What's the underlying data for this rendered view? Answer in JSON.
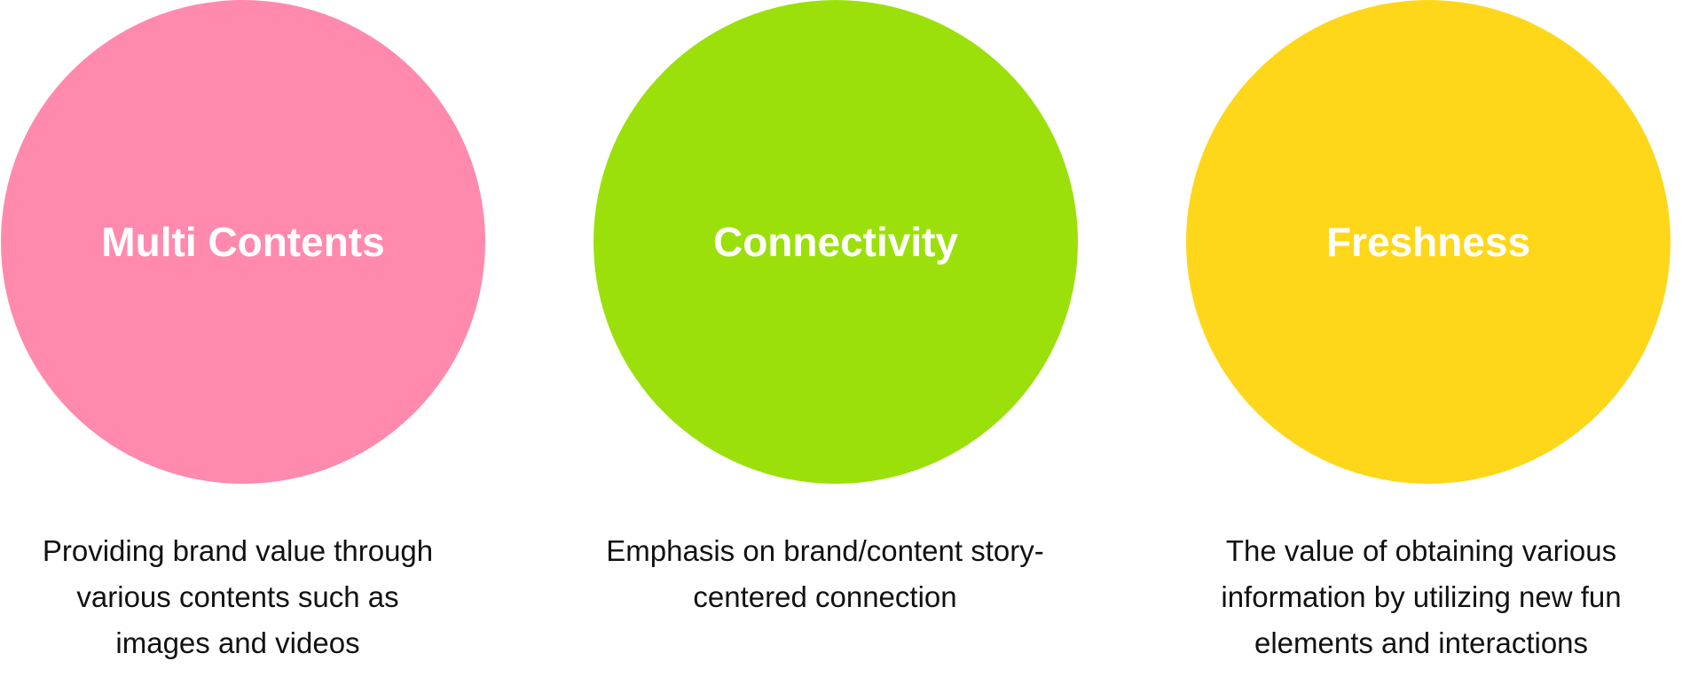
{
  "items": [
    {
      "title": "Multi Contents",
      "color": "#FF8AAE",
      "lines": [
        "Providing brand value through",
        "various contents such as",
        "images and videos"
      ]
    },
    {
      "title": "Connectivity",
      "color": "#9BE00A",
      "lines": [
        "Emphasis on brand/content story-",
        "centered connection"
      ]
    },
    {
      "title": "Freshness",
      "color": "#FED71A",
      "lines": [
        "The value of obtaining various",
        "information by utilizing new fun",
        "elements and interactions"
      ]
    }
  ]
}
